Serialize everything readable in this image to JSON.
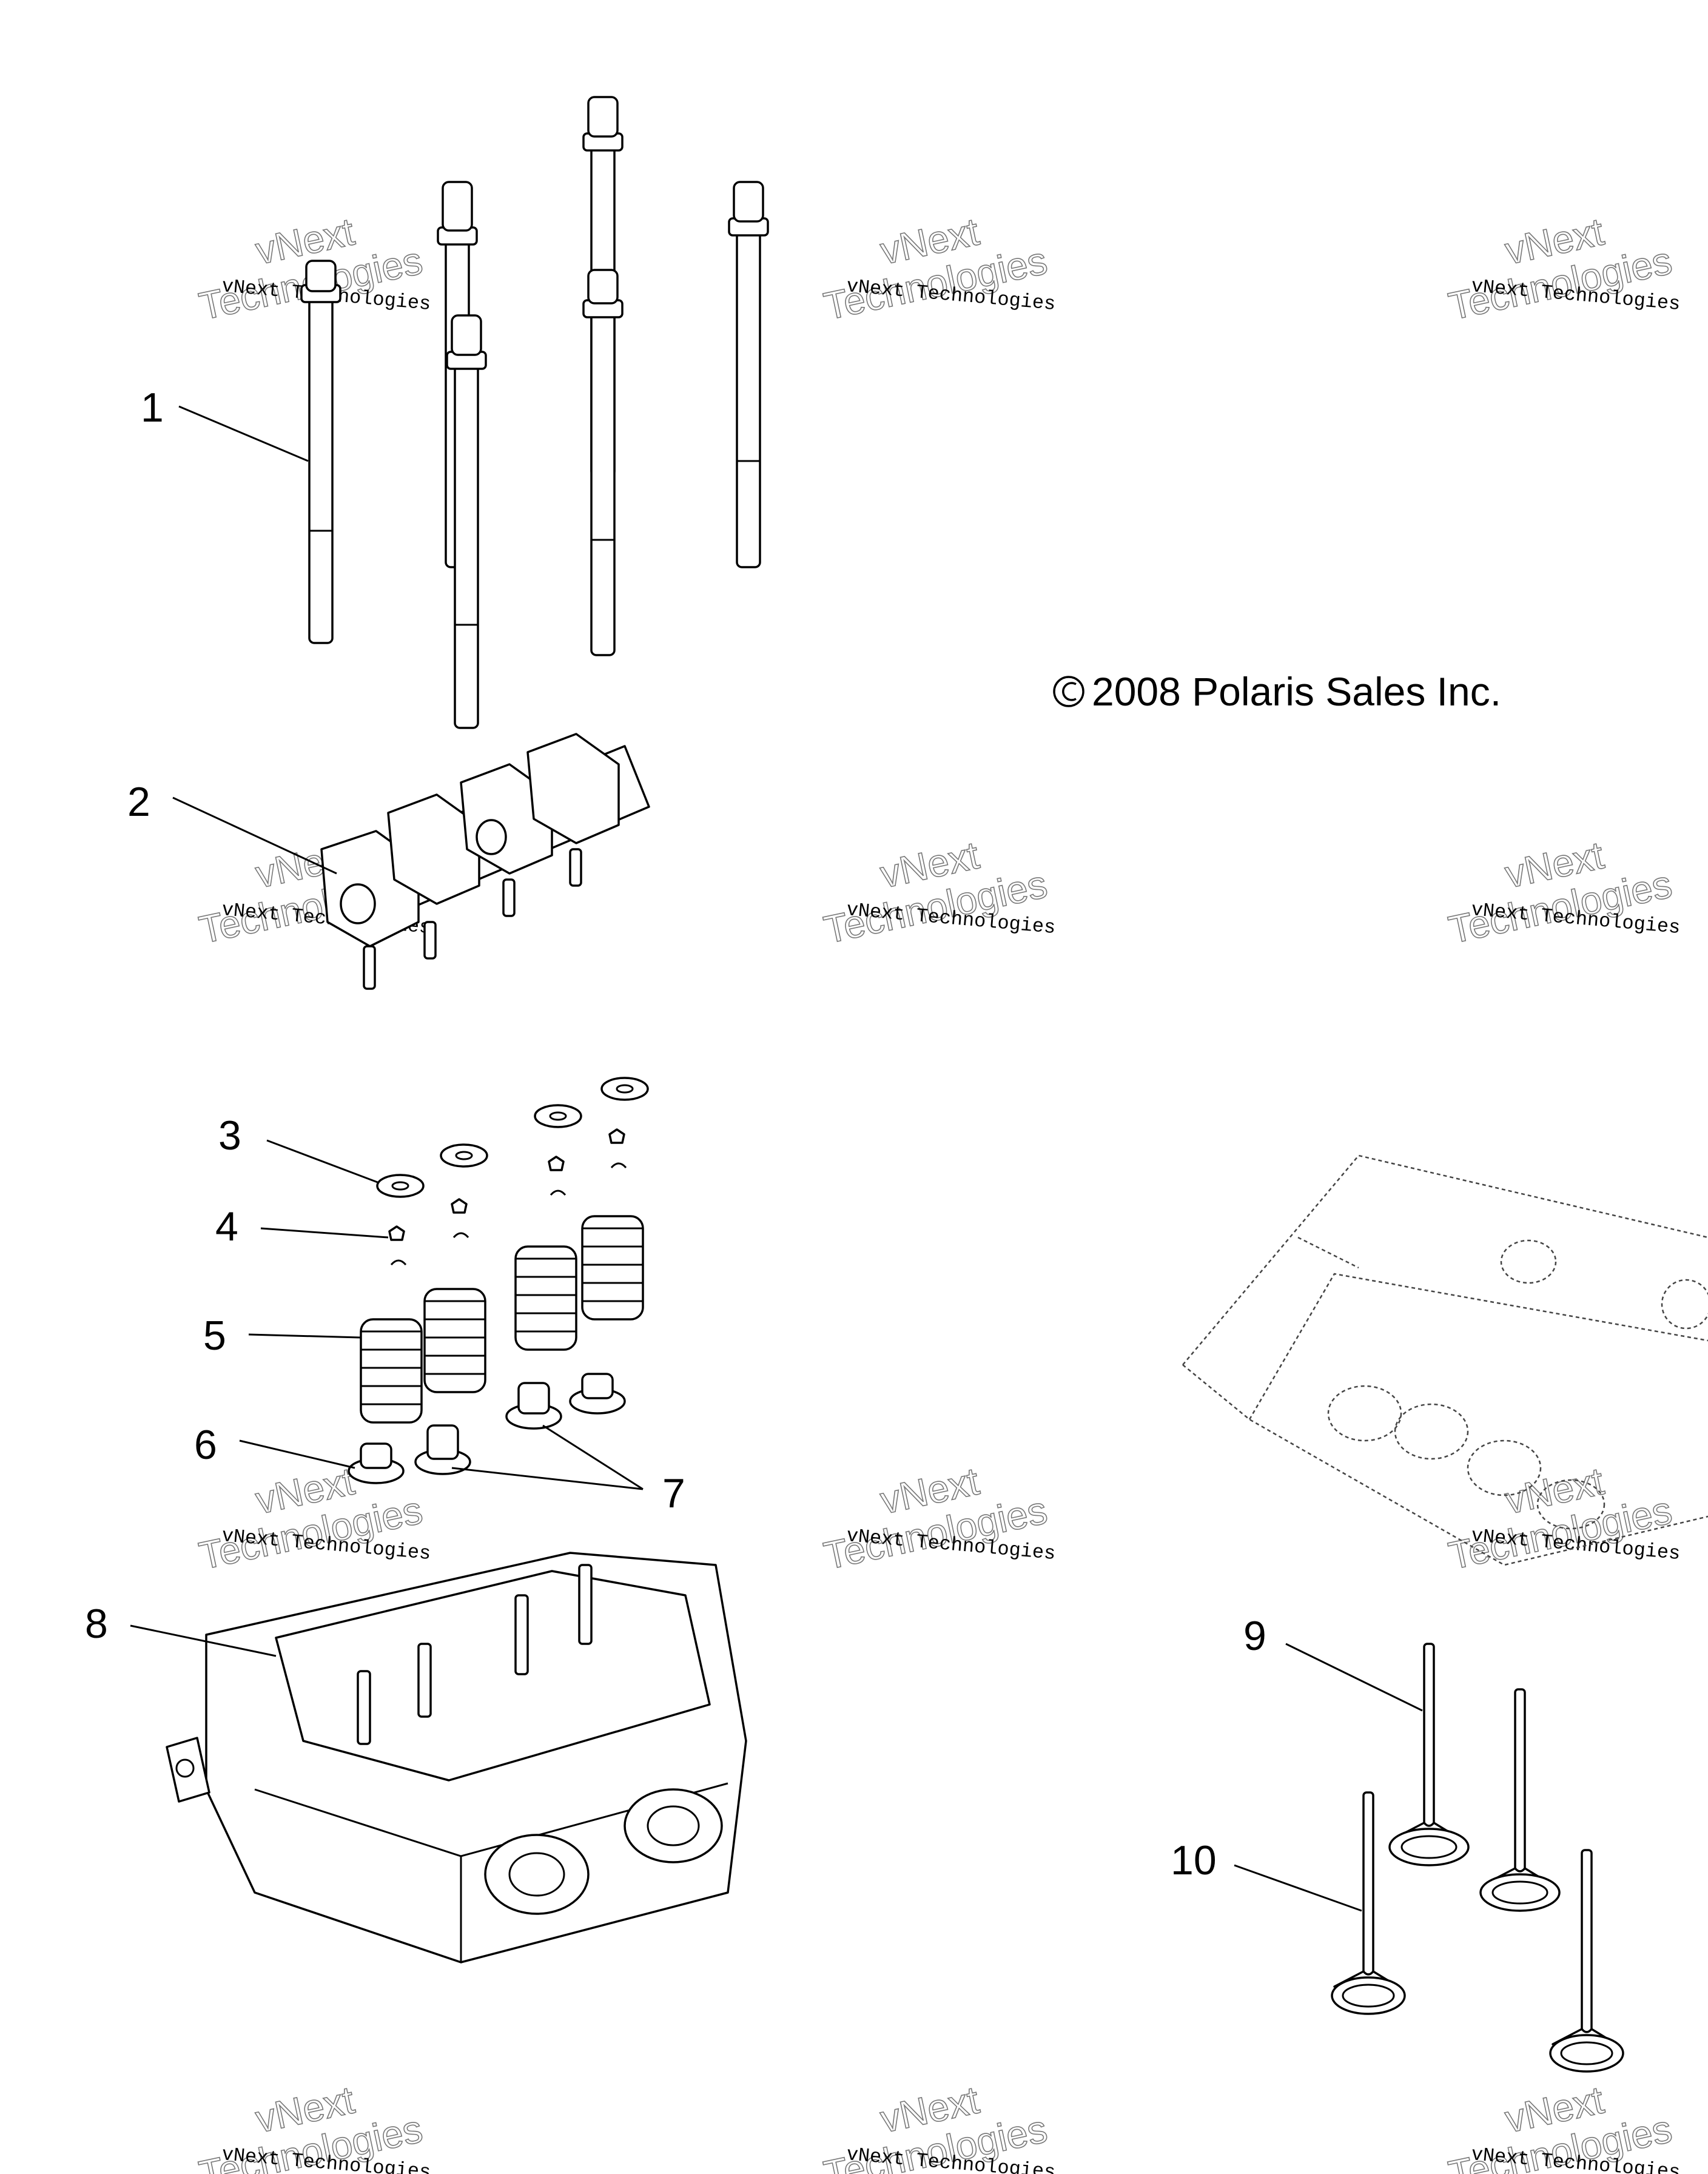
{
  "callouts": [
    {
      "id": "1",
      "label": "1"
    },
    {
      "id": "2",
      "label": "2"
    },
    {
      "id": "3",
      "label": "3"
    },
    {
      "id": "4",
      "label": "4"
    },
    {
      "id": "5",
      "label": "5"
    },
    {
      "id": "6",
      "label": "6"
    },
    {
      "id": "7",
      "label": "7"
    },
    {
      "id": "8",
      "label": "8"
    },
    {
      "id": "9",
      "label": "9"
    },
    {
      "id": "10",
      "label": "10"
    }
  ],
  "copyright": "2008 Polaris Sales Inc.",
  "watermark": {
    "small": "vNext Technologies",
    "big_line1": "vNext",
    "big_line2": "Technologies"
  },
  "icons": [
    "copyright-icon"
  ]
}
